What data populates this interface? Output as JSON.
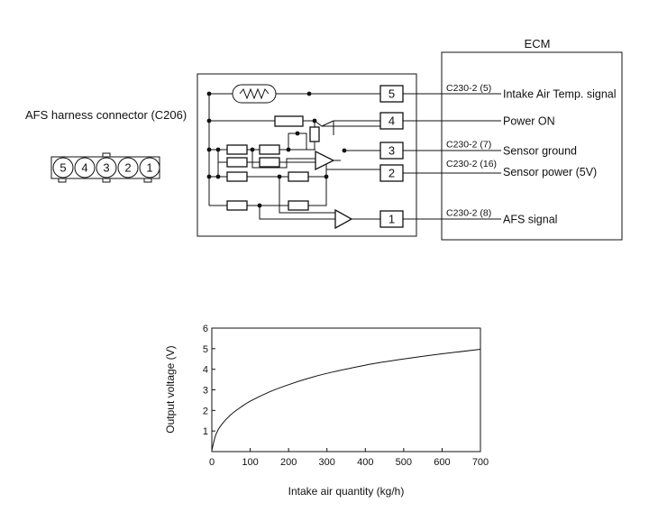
{
  "ecm": {
    "title": "ECM"
  },
  "connector": {
    "title": "AFS harness connector (C206)",
    "pins": [
      "5",
      "4",
      "3",
      "2",
      "1"
    ]
  },
  "sensor_pins": [
    "5",
    "4",
    "3",
    "2",
    "1"
  ],
  "circuits": [
    {
      "pin": "5",
      "code": "C230-2 (5)",
      "signal": "Intake Air Temp. signal"
    },
    {
      "pin": "4",
      "code": "",
      "signal": "Power ON"
    },
    {
      "pin": "3",
      "code": "C230-2 (7)",
      "signal": "Sensor ground"
    },
    {
      "pin": "2",
      "code": "C230-2 (16)",
      "signal": "Sensor power (5V)"
    },
    {
      "pin": "1",
      "code": "C230-2 (8)",
      "signal": "AFS signal"
    }
  ],
  "chart_data": {
    "type": "line",
    "title": "",
    "xlabel": "Intake air quantity (kg/h)",
    "ylabel": "Output voltage (V)",
    "xlim": [
      0,
      700
    ],
    "ylim": [
      0,
      6
    ],
    "xticks": [
      0,
      100,
      200,
      300,
      400,
      500,
      600,
      700
    ],
    "yticks": [
      1,
      2,
      3,
      4,
      5,
      6
    ],
    "grid": false,
    "series": [
      {
        "name": "",
        "x": [
          0,
          10,
          25,
          50,
          75,
          100,
          150,
          200,
          250,
          300,
          400,
          500,
          600,
          700
        ],
        "y": [
          0.05,
          0.8,
          1.3,
          1.8,
          2.15,
          2.45,
          2.9,
          3.25,
          3.55,
          3.8,
          4.2,
          4.5,
          4.75,
          4.97
        ]
      }
    ]
  }
}
